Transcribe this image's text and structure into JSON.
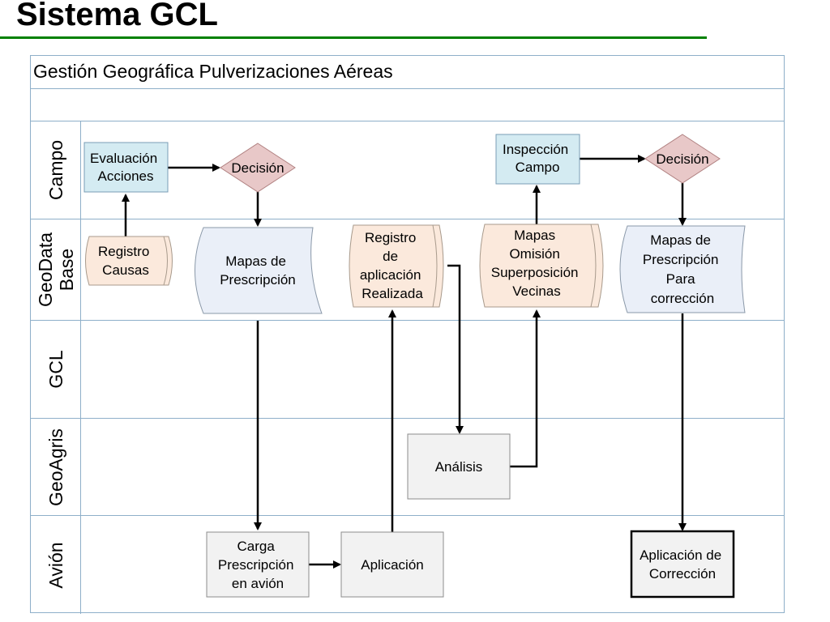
{
  "title": "Sistema GCL",
  "pool": {
    "header": "Gestión Geográfica Pulverizaciones Aéreas",
    "lanes": [
      {
        "label": "Campo"
      },
      {
        "label": "GeoData\nBase"
      },
      {
        "label": "GCL"
      },
      {
        "label": "GeoAgris"
      },
      {
        "label": "Avión"
      }
    ]
  },
  "nodes": {
    "evaluacion": [
      "Evaluación",
      "Acciones"
    ],
    "decision1": [
      "Decisión"
    ],
    "inspeccion": [
      "Inspección",
      "Campo"
    ],
    "decision2": [
      "Decisión"
    ],
    "registro_causas": [
      "Registro",
      "Causas"
    ],
    "mapas_prescripcion": [
      "Mapas de",
      "Prescripción"
    ],
    "registro_aplicacion": [
      "Registro",
      "de",
      "aplicación",
      "Realizada"
    ],
    "mapas_omision": [
      "Mapas",
      "Omisión",
      "Superposición",
      "Vecinas"
    ],
    "mapas_correccion": [
      "Mapas de",
      "Prescripción",
      "Para",
      "corrección"
    ],
    "analisis": [
      "Análisis"
    ],
    "carga": [
      "Carga",
      "Prescripción",
      "en avión"
    ],
    "aplicacion": [
      "Aplicación"
    ],
    "aplicacion_correccion": [
      "Aplicación de",
      "Corrección"
    ]
  },
  "colors": {
    "task_blue": "#d4ebf2",
    "task_gray": "#f2f2f2",
    "decision_pink": "#e8c8c8",
    "storage_peach": "#fbe9dc",
    "document_blue": "#eaeff8",
    "lane_border": "#8eafc9",
    "title_underline": "#008000"
  }
}
